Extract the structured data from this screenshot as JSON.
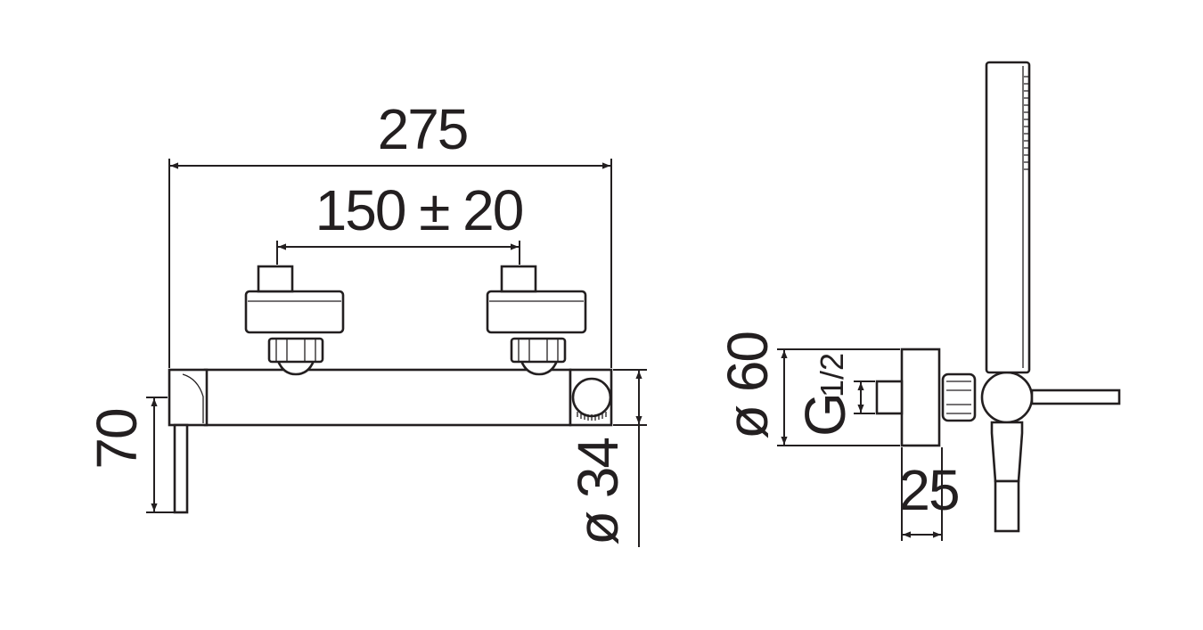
{
  "dimensions": {
    "overall_width": "275",
    "inlet_spacing": "150 ± 20",
    "height": "70",
    "outlet_diameter": "ø 34",
    "flange_diameter": "ø 60",
    "thread": "G",
    "thread_size": "1/2",
    "wall_offset": "25"
  },
  "colors": {
    "ink": "#231f20",
    "paper": "#ffffff"
  }
}
